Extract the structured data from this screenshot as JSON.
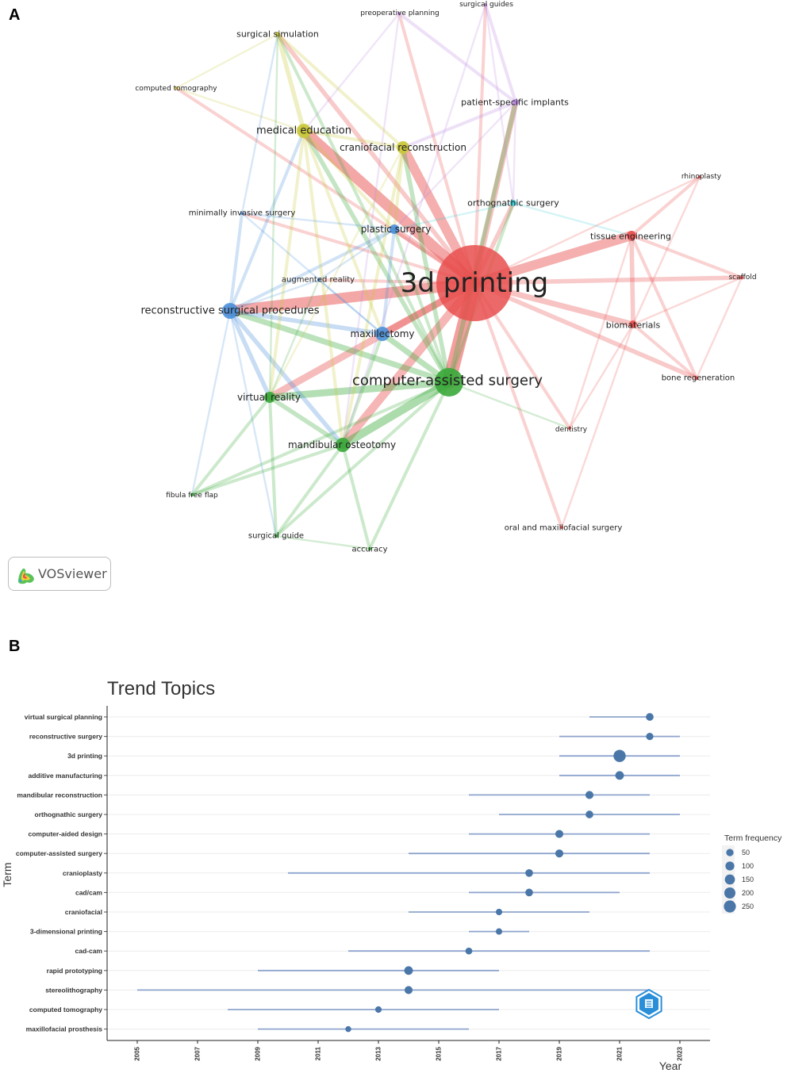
{
  "panels": {
    "a_label": "A",
    "b_label": "B"
  },
  "watermark": {
    "text": "VOSviewer"
  },
  "chart_data": [
    {
      "type": "network",
      "cluster_colors": {
        "red": "#e8504f",
        "green": "#3aa93a",
        "blue": "#4a90d9",
        "yellow": "#c9c93a",
        "purple": "#b987e0",
        "cyan": "#3ccfd8"
      },
      "nodes": [
        {
          "id": "3d printing",
          "cluster": "red",
          "weight": 100
        },
        {
          "id": "tissue engineering",
          "cluster": "red",
          "weight": 6
        },
        {
          "id": "biomaterials",
          "cluster": "red",
          "weight": 5
        },
        {
          "id": "rhinoplasty",
          "cluster": "red",
          "weight": 2
        },
        {
          "id": "scaffold",
          "cluster": "red",
          "weight": 2
        },
        {
          "id": "bone regeneration",
          "cluster": "red",
          "weight": 2
        },
        {
          "id": "dentistry",
          "cluster": "red",
          "weight": 2
        },
        {
          "id": "oral and maxillofacial surgery",
          "cluster": "red",
          "weight": 2
        },
        {
          "id": "computer-assisted surgery",
          "cluster": "green",
          "weight": 30
        },
        {
          "id": "virtual reality",
          "cluster": "green",
          "weight": 8
        },
        {
          "id": "mandibular osteotomy",
          "cluster": "green",
          "weight": 10
        },
        {
          "id": "fibula free flap",
          "cluster": "green",
          "weight": 2
        },
        {
          "id": "surgical guide",
          "cluster": "green",
          "weight": 2
        },
        {
          "id": "accuracy",
          "cluster": "green",
          "weight": 2
        },
        {
          "id": "reconstructive surgical procedures",
          "cluster": "blue",
          "weight": 14
        },
        {
          "id": "plastic surgery",
          "cluster": "blue",
          "weight": 6
        },
        {
          "id": "maxillectomy",
          "cluster": "blue",
          "weight": 10
        },
        {
          "id": "augmented reality",
          "cluster": "blue",
          "weight": 2
        },
        {
          "id": "minimally invasive surgery",
          "cluster": "blue",
          "weight": 2
        },
        {
          "id": "medical education",
          "cluster": "yellow",
          "weight": 12
        },
        {
          "id": "craniofacial reconstruction",
          "cluster": "yellow",
          "weight": 10
        },
        {
          "id": "surgical simulation",
          "cluster": "yellow",
          "weight": 3
        },
        {
          "id": "computed tomography",
          "cluster": "yellow",
          "weight": 2
        },
        {
          "id": "patient-specific implants",
          "cluster": "purple",
          "weight": 4
        },
        {
          "id": "preoperative planning",
          "cluster": "purple",
          "weight": 2
        },
        {
          "id": "surgical guides",
          "cluster": "purple",
          "weight": 2
        },
        {
          "id": "orthognathic surgery",
          "cluster": "cyan",
          "weight": 3
        }
      ],
      "links": [
        [
          "3d printing",
          "computer-assisted surgery",
          10
        ],
        [
          "3d printing",
          "reconstructive surgical procedures",
          8
        ],
        [
          "3d printing",
          "medical education",
          8
        ],
        [
          "3d printing",
          "craniofacial reconstruction",
          7
        ],
        [
          "3d printing",
          "tissue engineering",
          7
        ],
        [
          "3d printing",
          "mandibular osteotomy",
          6
        ],
        [
          "3d printing",
          "virtual reality",
          5
        ],
        [
          "3d printing",
          "maxillectomy",
          5
        ],
        [
          "3d printing",
          "biomaterials",
          4
        ],
        [
          "3d printing",
          "plastic surgery",
          4
        ],
        [
          "3d printing",
          "patient-specific implants",
          4
        ],
        [
          "3d printing",
          "bone regeneration",
          3
        ],
        [
          "3d printing",
          "surgical simulation",
          3
        ],
        [
          "3d printing",
          "scaffold",
          3
        ],
        [
          "3d printing",
          "orthognathic surgery",
          3
        ],
        [
          "3d printing",
          "oral and maxillofacial surgery",
          2
        ],
        [
          "3d printing",
          "dentistry",
          2
        ],
        [
          "3d printing",
          "augmented reality",
          2
        ],
        [
          "3d printing",
          "surgical guides",
          2
        ],
        [
          "3d printing",
          "preoperative planning",
          2
        ],
        [
          "3d printing",
          "rhinoplasty",
          1
        ],
        [
          "3d printing",
          "computed tomography",
          2
        ],
        [
          "3d printing",
          "minimally invasive surgery",
          2
        ],
        [
          "computer-assisted surgery",
          "mandibular osteotomy",
          6
        ],
        [
          "computer-assisted surgery",
          "virtual reality",
          5
        ],
        [
          "computer-assisted surgery",
          "maxillectomy",
          4
        ],
        [
          "computer-assisted surgery",
          "reconstructive surgical procedures",
          4
        ],
        [
          "computer-assisted surgery",
          "craniofacial reconstruction",
          3
        ],
        [
          "computer-assisted surgery",
          "medical education",
          3
        ],
        [
          "computer-assisted surgery",
          "patient-specific implants",
          3
        ],
        [
          "computer-assisted surgery",
          "orthognathic surgery",
          2
        ],
        [
          "computer-assisted surgery",
          "accuracy",
          2
        ],
        [
          "computer-assisted surgery",
          "surgical guide",
          2
        ],
        [
          "computer-assisted surgery",
          "fibula free flap",
          2
        ],
        [
          "computer-assisted surgery",
          "plastic surgery",
          2
        ],
        [
          "computer-assisted surgery",
          "dentistry",
          1
        ],
        [
          "computer-assisted surgery",
          "surgical simulation",
          2
        ],
        [
          "reconstructive surgical procedures",
          "maxillectomy",
          3
        ],
        [
          "reconstructive surgical procedures",
          "virtual reality",
          3
        ],
        [
          "reconstructive surgical procedures",
          "mandibular osteotomy",
          3
        ],
        [
          "reconstructive surgical procedures",
          "plastic surgery",
          2
        ],
        [
          "reconstructive surgical procedures",
          "minimally invasive surgery",
          2
        ],
        [
          "reconstructive surgical procedures",
          "medical education",
          2
        ],
        [
          "reconstructive surgical procedures",
          "surgical guide",
          1
        ],
        [
          "reconstructive surgical procedures",
          "fibula free flap",
          1
        ],
        [
          "reconstructive surgical procedures",
          "augmented reality",
          1
        ],
        [
          "medical education",
          "surgical simulation",
          3
        ],
        [
          "medical education",
          "craniofacial reconstruction",
          2
        ],
        [
          "medical education",
          "virtual reality",
          2
        ],
        [
          "medical education",
          "mandibular osteotomy",
          2
        ],
        [
          "medical education",
          "computed tomography",
          1
        ],
        [
          "medical education",
          "plastic surgery",
          2
        ],
        [
          "medical education",
          "maxillectomy",
          2
        ],
        [
          "craniofacial reconstruction",
          "surgical simulation",
          2
        ],
        [
          "craniofacial reconstruction",
          "mandibular osteotomy",
          2
        ],
        [
          "craniofacial reconstruction",
          "plastic surgery",
          2
        ],
        [
          "craniofacial reconstruction",
          "virtual reality",
          1
        ],
        [
          "tissue engineering",
          "biomaterials",
          3
        ],
        [
          "tissue engineering",
          "rhinoplasty",
          2
        ],
        [
          "tissue engineering",
          "scaffold",
          2
        ],
        [
          "tissue engineering",
          "bone regeneration",
          2
        ],
        [
          "tissue engineering",
          "dentistry",
          1
        ],
        [
          "biomaterials",
          "bone regeneration",
          2
        ],
        [
          "biomaterials",
          "scaffold",
          1
        ],
        [
          "biomaterials",
          "dentistry",
          1
        ],
        [
          "biomaterials",
          "oral and maxillofacial surgery",
          1
        ],
        [
          "mandibular osteotomy",
          "virtual reality",
          3
        ],
        [
          "mandibular osteotomy",
          "maxillectomy",
          2
        ],
        [
          "mandibular osteotomy",
          "surgical guide",
          2
        ],
        [
          "mandibular osteotomy",
          "accuracy",
          2
        ],
        [
          "mandibular osteotomy",
          "fibula free flap",
          2
        ],
        [
          "virtual reality",
          "surgical guide",
          2
        ],
        [
          "virtual reality",
          "fibula free flap",
          2
        ],
        [
          "virtual reality",
          "augmented reality",
          1
        ],
        [
          "virtual reality",
          "surgical simulation",
          1
        ],
        [
          "maxillectomy",
          "plastic surgery",
          2
        ],
        [
          "maxillectomy",
          "augmented reality",
          1
        ],
        [
          "maxillectomy",
          "minimally invasive surgery",
          1
        ],
        [
          "patient-specific implants",
          "preoperative planning",
          2
        ],
        [
          "patient-specific implants",
          "surgical guides",
          2
        ],
        [
          "patient-specific implants",
          "craniofacial reconstruction",
          2
        ],
        [
          "patient-specific implants",
          "orthognathic surgery",
          1
        ],
        [
          "patient-specific implants",
          "plastic surgery",
          1
        ],
        [
          "surgical guides",
          "orthognathic surgery",
          1
        ],
        [
          "surgical guides",
          "mandibular osteotomy",
          1
        ],
        [
          "preoperative planning",
          "mandibular osteotomy",
          1
        ],
        [
          "preoperative planning",
          "medical education",
          1
        ],
        [
          "orthognathic surgery",
          "plastic surgery",
          1
        ],
        [
          "orthognathic surgery",
          "tissue engineering",
          1
        ],
        [
          "rhinoplasty",
          "biomaterials",
          1
        ],
        [
          "scaffold",
          "bone regeneration",
          1
        ],
        [
          "accuracy",
          "surgical guide",
          1
        ],
        [
          "computed tomography",
          "surgical simulation",
          1
        ],
        [
          "minimally invasive surgery",
          "surgical simulation",
          1
        ],
        [
          "minimally invasive surgery",
          "plastic surgery",
          1
        ],
        [
          "augmented reality",
          "plastic surgery",
          1
        ]
      ]
    },
    {
      "type": "scatter",
      "title": "Trend Topics",
      "xlabel": "Year",
      "ylabel": "Term",
      "xlim": [
        2004,
        2024
      ],
      "xticks": [
        2005,
        2007,
        2009,
        2011,
        2013,
        2015,
        2017,
        2019,
        2021,
        2023
      ],
      "point_color": "#4a77a8",
      "range_color": "#8ea4cd",
      "legend": {
        "title": "Term frequency",
        "sizes": [
          50,
          100,
          150,
          200,
          250
        ],
        "placement": "right"
      },
      "terms": [
        {
          "term": "virtual surgical planning",
          "q1": 2020,
          "median": 2022,
          "q3": 2022,
          "freq": 60
        },
        {
          "term": "reconstructive surgery",
          "q1": 2019,
          "median": 2022,
          "q3": 2023,
          "freq": 50
        },
        {
          "term": "3d printing",
          "q1": 2019,
          "median": 2021,
          "q3": 2023,
          "freq": 260
        },
        {
          "term": "additive manufacturing",
          "q1": 2019,
          "median": 2021,
          "q3": 2023,
          "freq": 90
        },
        {
          "term": "mandibular reconstruction",
          "q1": 2016,
          "median": 2020,
          "q3": 2022,
          "freq": 70
        },
        {
          "term": "orthognathic surgery",
          "q1": 2017,
          "median": 2020,
          "q3": 2023,
          "freq": 60
        },
        {
          "term": "computer-aided design",
          "q1": 2016,
          "median": 2019,
          "q3": 2022,
          "freq": 70
        },
        {
          "term": "computer-assisted surgery",
          "q1": 2014,
          "median": 2019,
          "q3": 2022,
          "freq": 70
        },
        {
          "term": "cranioplasty",
          "q1": 2010,
          "median": 2018,
          "q3": 2022,
          "freq": 60
        },
        {
          "term": "cad/cam",
          "q1": 2016,
          "median": 2018,
          "q3": 2021,
          "freq": 60
        },
        {
          "term": "craniofacial",
          "q1": 2014,
          "median": 2017,
          "q3": 2020,
          "freq": 30
        },
        {
          "term": "3-dimensional printing",
          "q1": 2016,
          "median": 2017,
          "q3": 2018,
          "freq": 30
        },
        {
          "term": "cad-cam",
          "q1": 2012,
          "median": 2016,
          "q3": 2022,
          "freq": 40
        },
        {
          "term": "rapid prototyping",
          "q1": 2009,
          "median": 2014,
          "q3": 2017,
          "freq": 90
        },
        {
          "term": "stereolithography",
          "q1": 2005,
          "median": 2014,
          "q3": 2022,
          "freq": 70
        },
        {
          "term": "computed tomography",
          "q1": 2008,
          "median": 2013,
          "q3": 2017,
          "freq": 30
        },
        {
          "term": "maxillofacial prosthesis",
          "q1": 2009,
          "median": 2012,
          "q3": 2016,
          "freq": 20
        }
      ]
    }
  ]
}
